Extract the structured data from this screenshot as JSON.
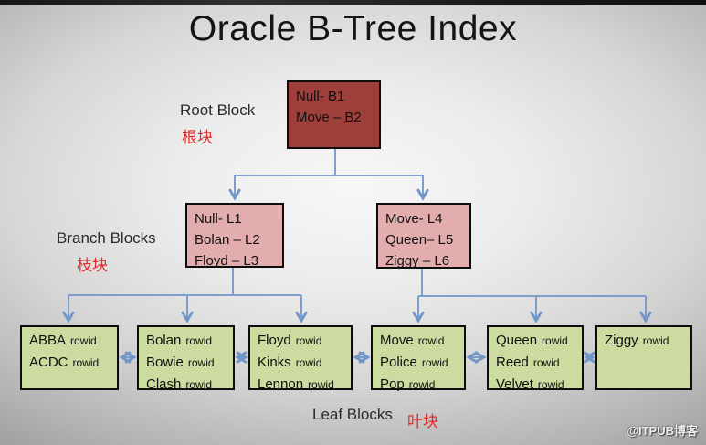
{
  "title": "Oracle B-Tree Index",
  "labels": {
    "root_en": "Root Block",
    "root_zh": "根块",
    "branch_en": "Branch Blocks",
    "branch_zh": "枝块",
    "leaf_en": "Leaf Blocks",
    "leaf_zh": "叶块"
  },
  "root_block": {
    "lines": [
      "Null- B1",
      "Move – B2"
    ]
  },
  "branch_blocks": [
    {
      "lines": [
        "Null- L1",
        "Bolan – L2",
        "Floyd – L3"
      ]
    },
    {
      "lines": [
        "Move- L4",
        "Queen– L5",
        "Ziggy – L6"
      ]
    }
  ],
  "leaf_blocks": [
    {
      "entries": [
        {
          "name": "ABBA",
          "rowid": "rowid"
        },
        {
          "name": "ACDC",
          "rowid": "rowid"
        }
      ]
    },
    {
      "entries": [
        {
          "name": "Bolan",
          "rowid": "rowid"
        },
        {
          "name": "Bowie",
          "rowid": "rowid"
        },
        {
          "name": "Clash",
          "rowid": "rowid"
        }
      ]
    },
    {
      "entries": [
        {
          "name": "Floyd",
          "rowid": "rowid"
        },
        {
          "name": "Kinks",
          "rowid": "rowid"
        },
        {
          "name": "Lennon",
          "rowid": "rowid"
        }
      ]
    },
    {
      "entries": [
        {
          "name": "Move",
          "rowid": "rowid"
        },
        {
          "name": "Police",
          "rowid": "rowid"
        },
        {
          "name": "Pop",
          "rowid": "rowid"
        }
      ]
    },
    {
      "entries": [
        {
          "name": "Queen",
          "rowid": "rowid"
        },
        {
          "name": "Reed",
          "rowid": "rowid"
        },
        {
          "name": "Velvet",
          "rowid": "rowid"
        }
      ]
    },
    {
      "entries": [
        {
          "name": "Ziggy",
          "rowid": "rowid"
        }
      ]
    }
  ],
  "watermark": "@ITPUB博客",
  "colors": {
    "root_fill": "#9e3f3c",
    "branch_fill": "#e3adad",
    "leaf_fill": "#ccdb9f",
    "box_border": "#0d0d0d",
    "connector_blue": "#7296c8",
    "label_red": "#e22b2b"
  }
}
